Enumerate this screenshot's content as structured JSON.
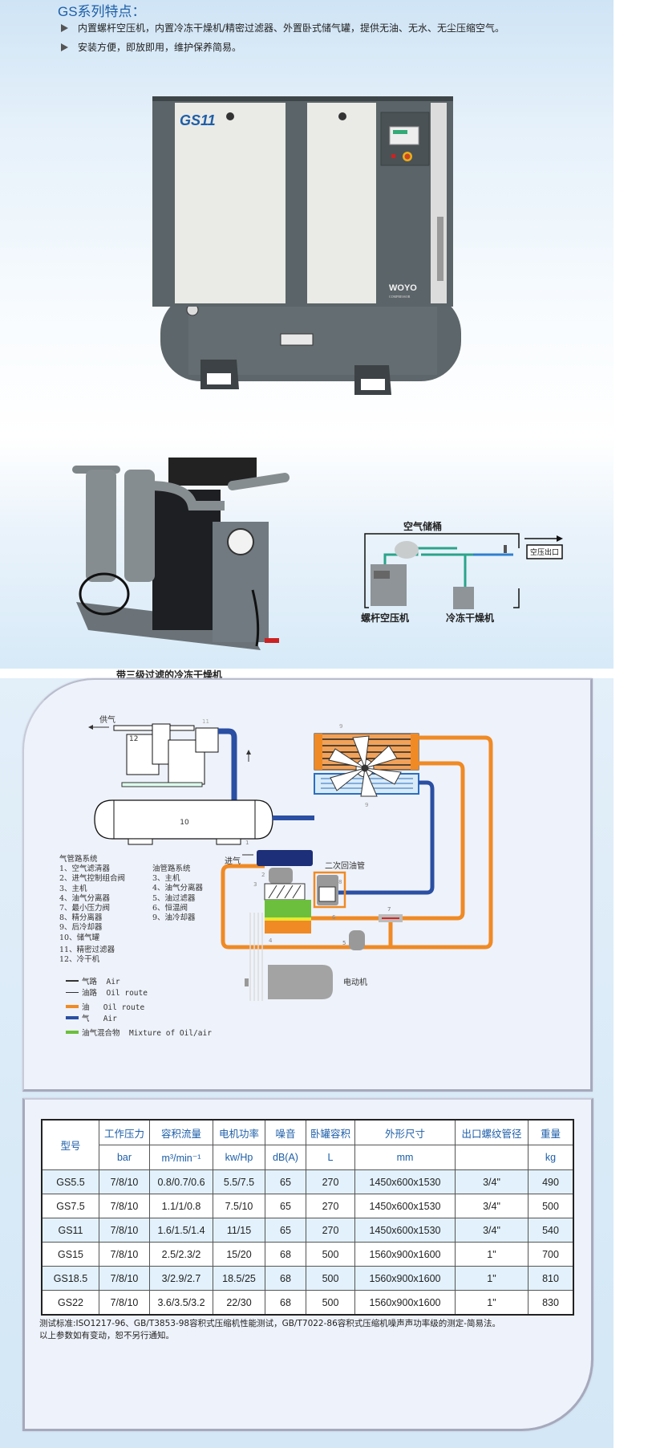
{
  "header": {
    "title": "GS系列特点：",
    "bullets": [
      "内置螺杆空压机，内置冷冻干燥机/精密过滤器、外置卧式储气罐，提供无油、无水、无尘压缩空气。",
      "安装方便，即放即用，维护保养简易。"
    ]
  },
  "product": {
    "model_badge": "GS11",
    "brand": "WOYO",
    "brand_sub": "COMPRESSOR"
  },
  "dryer": {
    "caption": "带三级过滤的冷冻干燥机"
  },
  "layout_diagram": {
    "tank_label": "空气储桶",
    "outlet_label": "空压出口",
    "compressor_label": "螺杆空压机",
    "dryer_label": "冷冻干燥机"
  },
  "flow_diagram": {
    "supply_label": "供气",
    "intake_label": "进气",
    "return_pipe_label": "二次回油管",
    "motor_label": "电动机",
    "part_numbers": [
      "1",
      "2",
      "3",
      "4",
      "5",
      "6",
      "7",
      "8",
      "9",
      "9",
      "10",
      "11",
      "12"
    ],
    "air_system": {
      "title": "气管路系统",
      "items": [
        "1、空气滤清器",
        "2、进气控制组合阀",
        "3、主机",
        "4、油气分离器",
        "7、最小压力阀",
        "8、精分离器",
        "9、后冷却器",
        "10、储气罐",
        "11、精密过滤器",
        "12、冷干机"
      ]
    },
    "oil_system": {
      "title": "油管路系统",
      "items": [
        "3、主机",
        "4、油气分离器",
        "5、油过滤器",
        "6、恒温阀",
        "9、油冷却器"
      ]
    },
    "legend": [
      {
        "cn": "气路",
        "en": "Air",
        "kind": "arrow-thick"
      },
      {
        "cn": "油路",
        "en": "Oil route",
        "kind": "arrow-thin"
      },
      {
        "cn": "油",
        "en": "Oil route",
        "kind": "swatch",
        "color": "#f08a24"
      },
      {
        "cn": "气",
        "en": "Air",
        "kind": "swatch",
        "color": "#2a4fa3"
      },
      {
        "cn": "油气混合物",
        "en": "Mixture of Oil/air",
        "kind": "swatch",
        "color": "#6cbf3c"
      }
    ]
  },
  "spec_table": {
    "headers": [
      {
        "cn": "型号",
        "unit": ""
      },
      {
        "cn": "工作压力",
        "unit": "bar"
      },
      {
        "cn": "容积流量",
        "unit": "m³/min⁻¹"
      },
      {
        "cn": "电机功率",
        "unit": "kw/Hp"
      },
      {
        "cn": "噪音",
        "unit": "dB(A)"
      },
      {
        "cn": "卧罐容积",
        "unit": "L"
      },
      {
        "cn": "外形尺寸",
        "unit": "mm"
      },
      {
        "cn": "出口螺纹管径",
        "unit": ""
      },
      {
        "cn": "重量",
        "unit": "kg"
      }
    ],
    "rows": [
      [
        "GS5.5",
        "7/8/10",
        "0.8/0.7/0.6",
        "5.5/7.5",
        "65",
        "270",
        "1450x600x1530",
        "3/4\"",
        "490"
      ],
      [
        "GS7.5",
        "7/8/10",
        "1.1/1/0.8",
        "7.5/10",
        "65",
        "270",
        "1450x600x1530",
        "3/4\"",
        "500"
      ],
      [
        "GS11",
        "7/8/10",
        "1.6/1.5/1.4",
        "11/15",
        "65",
        "270",
        "1450x600x1530",
        "3/4\"",
        "540"
      ],
      [
        "GS15",
        "7/8/10",
        "2.5/2.3/2",
        "15/20",
        "68",
        "500",
        "1560x900x1600",
        "1\"",
        "700"
      ],
      [
        "GS18.5",
        "7/8/10",
        "3/2.9/2.7",
        "18.5/25",
        "68",
        "500",
        "1560x900x1600",
        "1\"",
        "810"
      ],
      [
        "GS22",
        "7/8/10",
        "3.6/3.5/3.2",
        "22/30",
        "68",
        "500",
        "1560x900x1600",
        "1\"",
        "830"
      ]
    ],
    "notes": [
      "测试标准:ISO1217-96、GB/T3853-98容积式压缩机性能测试，GB/T7022-86容积式压缩机噪声声功率级的测定-简易法。",
      "以上参数如有变动，恕不另行通知。"
    ]
  }
}
